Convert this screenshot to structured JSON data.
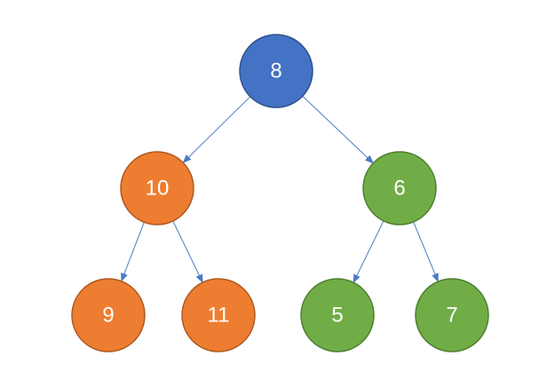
{
  "colors": {
    "root": "#4472c4",
    "root_stroke": "#2f528f",
    "left": "#ed7d31",
    "left_stroke": "#ae5a21",
    "right": "#70ad47",
    "right_stroke": "#507e32",
    "edge": "#4a7cc4"
  },
  "tree": {
    "nodes": [
      {
        "id": "n8",
        "label": "8",
        "group": "root"
      },
      {
        "id": "n10",
        "label": "10",
        "group": "left"
      },
      {
        "id": "n6",
        "label": "6",
        "group": "right"
      },
      {
        "id": "n9",
        "label": "9",
        "group": "left"
      },
      {
        "id": "n11",
        "label": "11",
        "group": "left"
      },
      {
        "id": "n5",
        "label": "5",
        "group": "right"
      },
      {
        "id": "n7",
        "label": "7",
        "group": "right"
      }
    ],
    "edges": [
      {
        "from": "n8",
        "to": "n10"
      },
      {
        "from": "n8",
        "to": "n6"
      },
      {
        "from": "n10",
        "to": "n9"
      },
      {
        "from": "n10",
        "to": "n11"
      },
      {
        "from": "n6",
        "to": "n5"
      },
      {
        "from": "n6",
        "to": "n7"
      }
    ]
  }
}
